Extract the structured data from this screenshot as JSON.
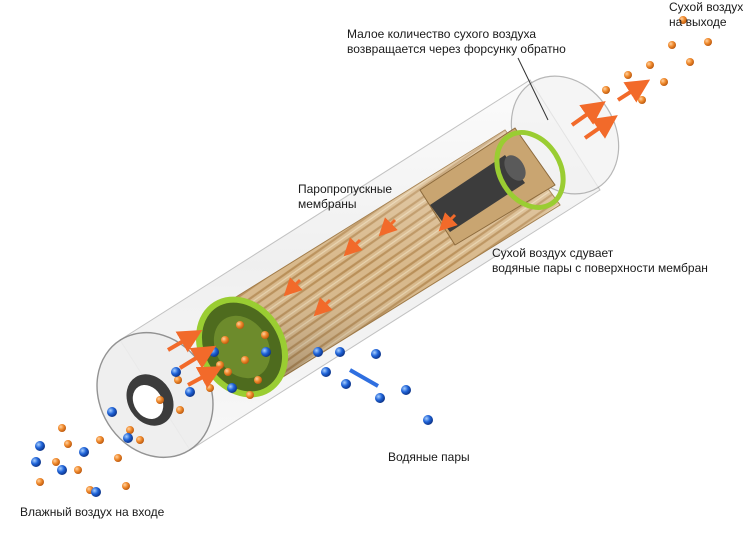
{
  "labels": {
    "outlet": {
      "line1": "Сухой воздух",
      "line2": "на выходе"
    },
    "purge": {
      "line1": "Малое количество сухого воздуха",
      "line2": "возвращается через форсунку обратно"
    },
    "membranes": {
      "line1": "Паропропускные",
      "line2": "мембраны"
    },
    "sweep": {
      "line1": "Сухой воздух сдувает",
      "line2": "водяные пары с поверхности мембран"
    },
    "vapor": "Водяные пары",
    "inlet": "Влажный воздух на входе"
  },
  "colors": {
    "dry_particle": "#f08a2c",
    "water_particle": "#1f63d8",
    "flow_arrow": "#f26a2a",
    "vapor_arrow": "#2f6fe0",
    "membrane_tan": "#d8b88a",
    "seal_ring": "#9acd32",
    "inner_tube": "#3c3c3c"
  },
  "icons": {
    "flow": "arrow-icon",
    "particle": "dot-icon"
  }
}
